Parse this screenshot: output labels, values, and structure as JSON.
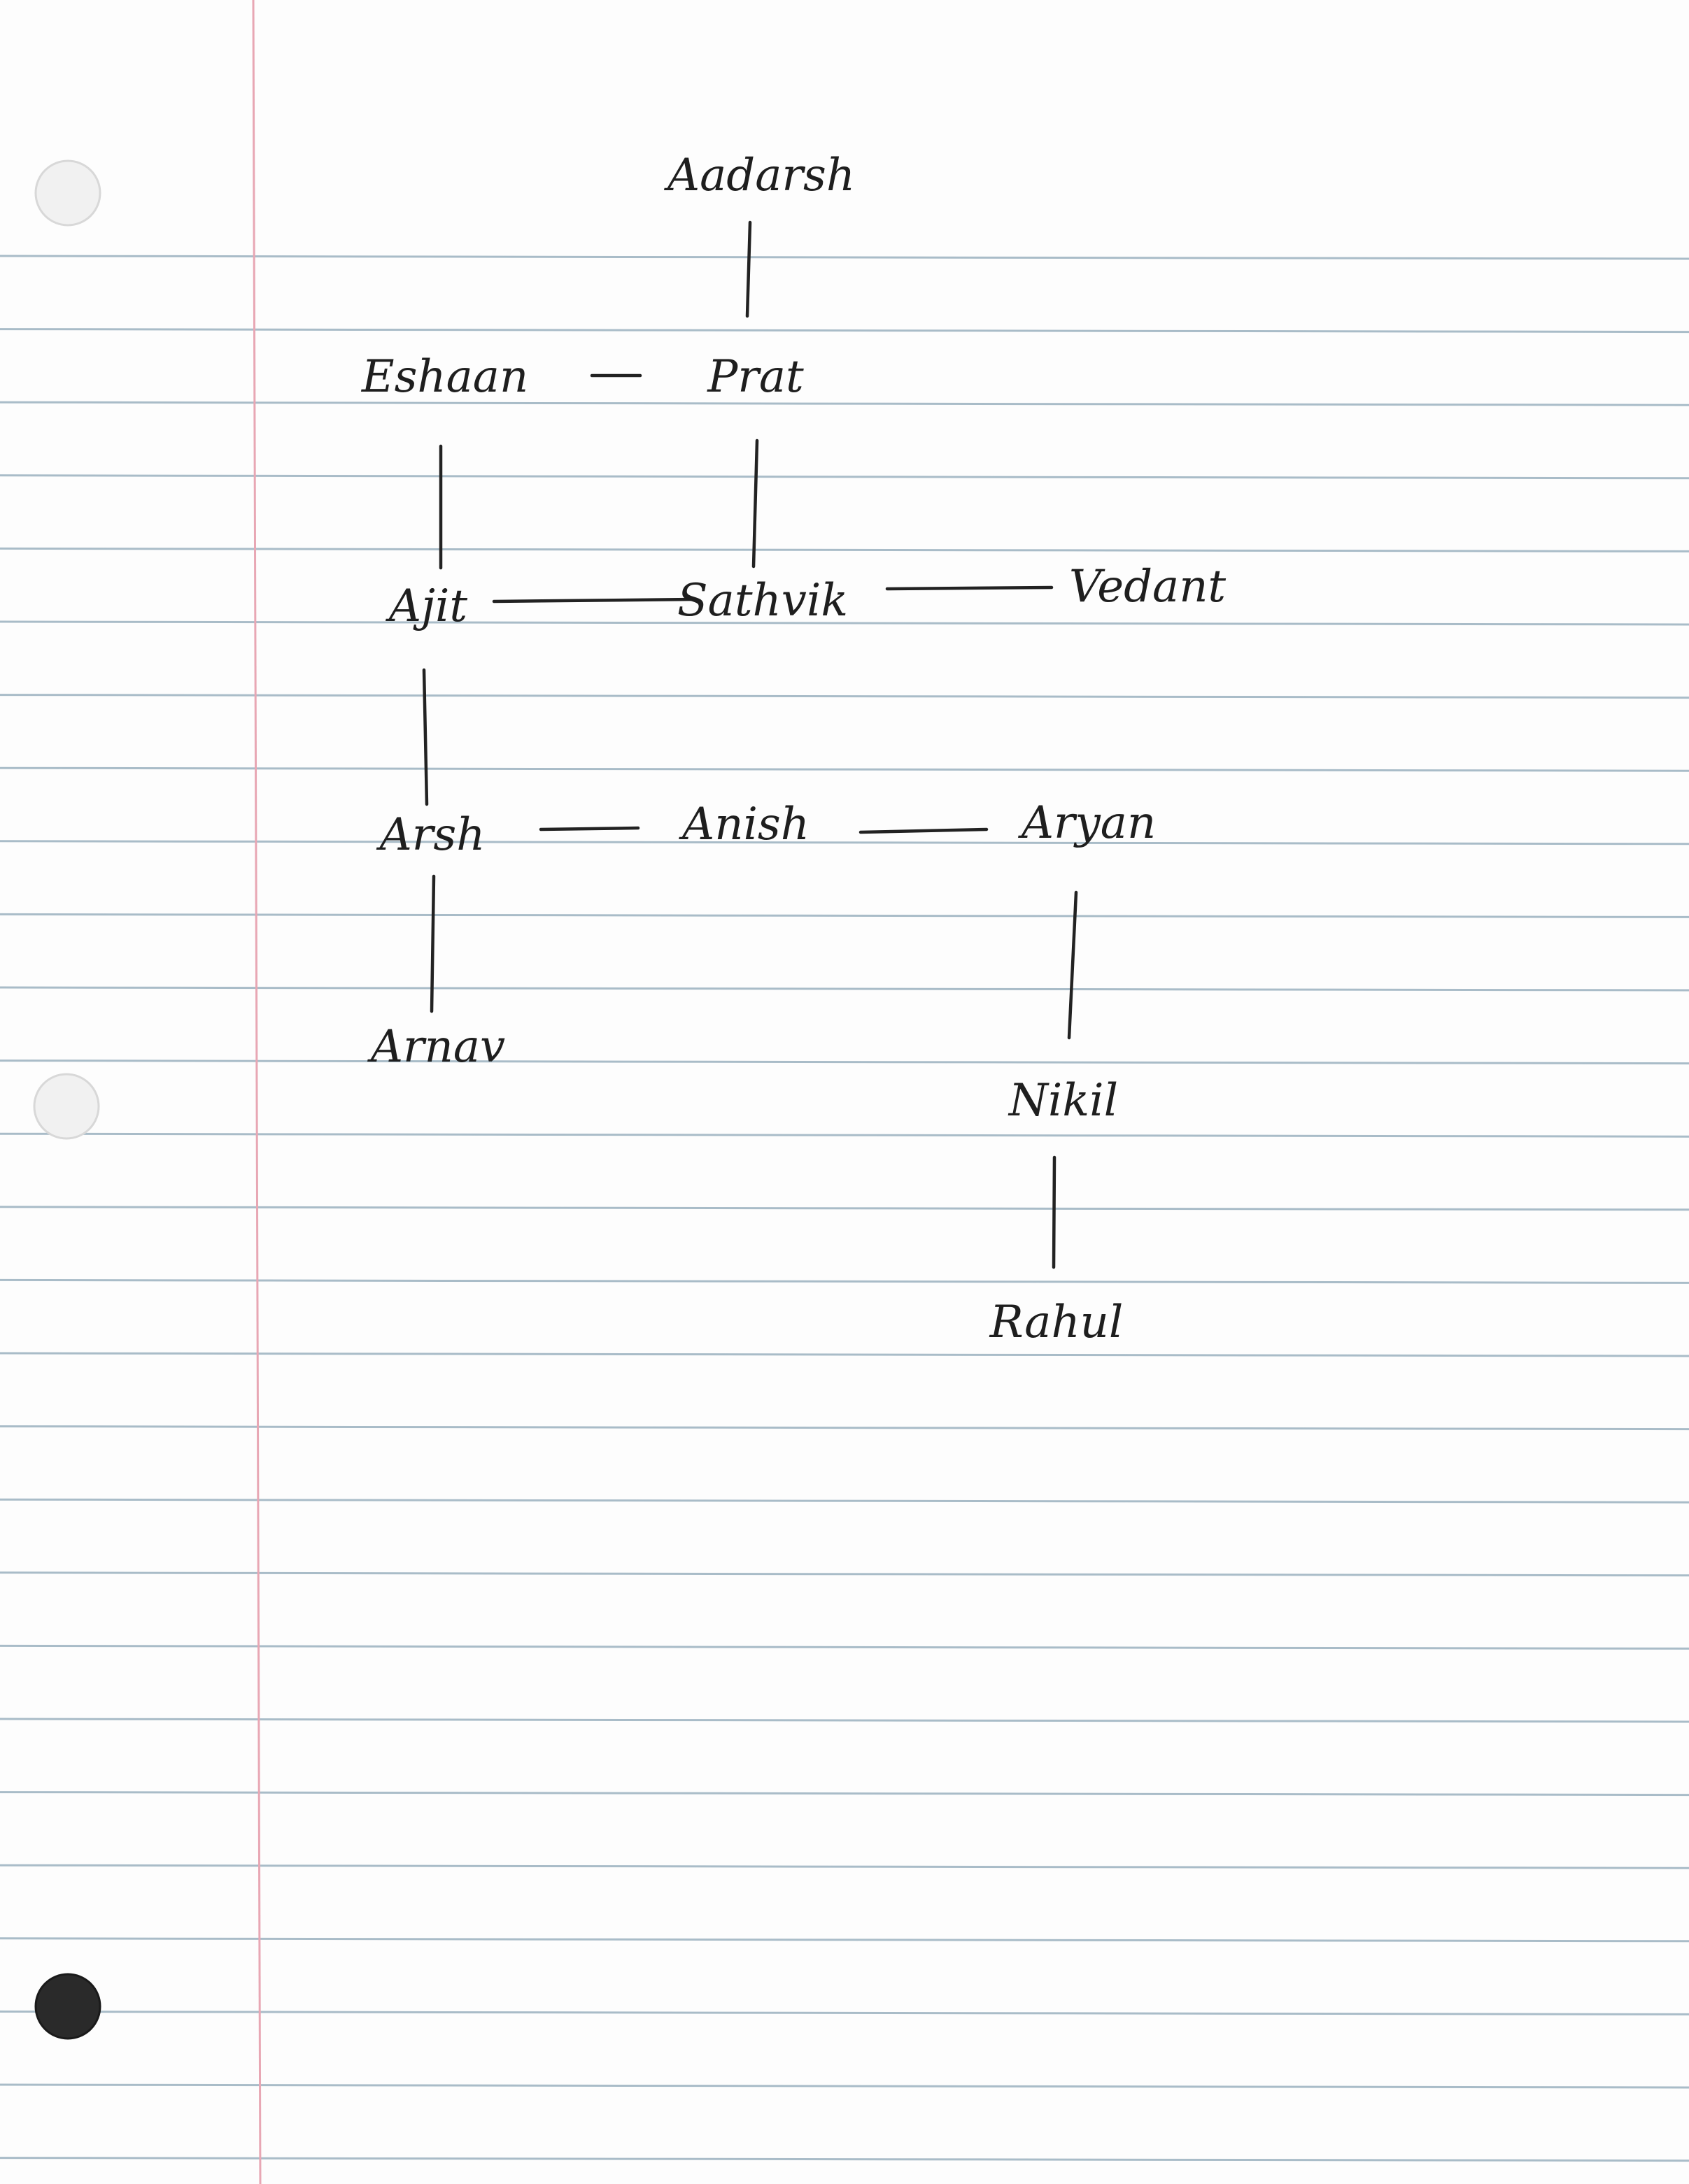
{
  "nodes": [
    {
      "id": "aadarsh",
      "label": "Aadarsh"
    },
    {
      "id": "prat",
      "label": "Prat"
    },
    {
      "id": "eshaan",
      "label": "Eshaan"
    },
    {
      "id": "ajit",
      "label": "Ajit"
    },
    {
      "id": "sathvik",
      "label": "Sathvik"
    },
    {
      "id": "vedant",
      "label": "Vedant"
    },
    {
      "id": "arsh",
      "label": "Arsh"
    },
    {
      "id": "anish",
      "label": "Anish"
    },
    {
      "id": "aryan",
      "label": "Aryan"
    },
    {
      "id": "arnav",
      "label": "Arnav"
    },
    {
      "id": "nikil",
      "label": "Nikil"
    },
    {
      "id": "rahul",
      "label": "Rahul"
    }
  ],
  "edges": [
    {
      "from": "aadarsh",
      "to": "prat"
    },
    {
      "from": "eshaan",
      "to": "prat"
    },
    {
      "from": "eshaan",
      "to": "ajit"
    },
    {
      "from": "prat",
      "to": "sathvik"
    },
    {
      "from": "ajit",
      "to": "sathvik"
    },
    {
      "from": "sathvik",
      "to": "vedant"
    },
    {
      "from": "ajit",
      "to": "arsh"
    },
    {
      "from": "arsh",
      "to": "anish"
    },
    {
      "from": "anish",
      "to": "aryan"
    },
    {
      "from": "arsh",
      "to": "arnav"
    },
    {
      "from": "aryan",
      "to": "nikil"
    },
    {
      "from": "nikil",
      "to": "rahul"
    }
  ]
}
